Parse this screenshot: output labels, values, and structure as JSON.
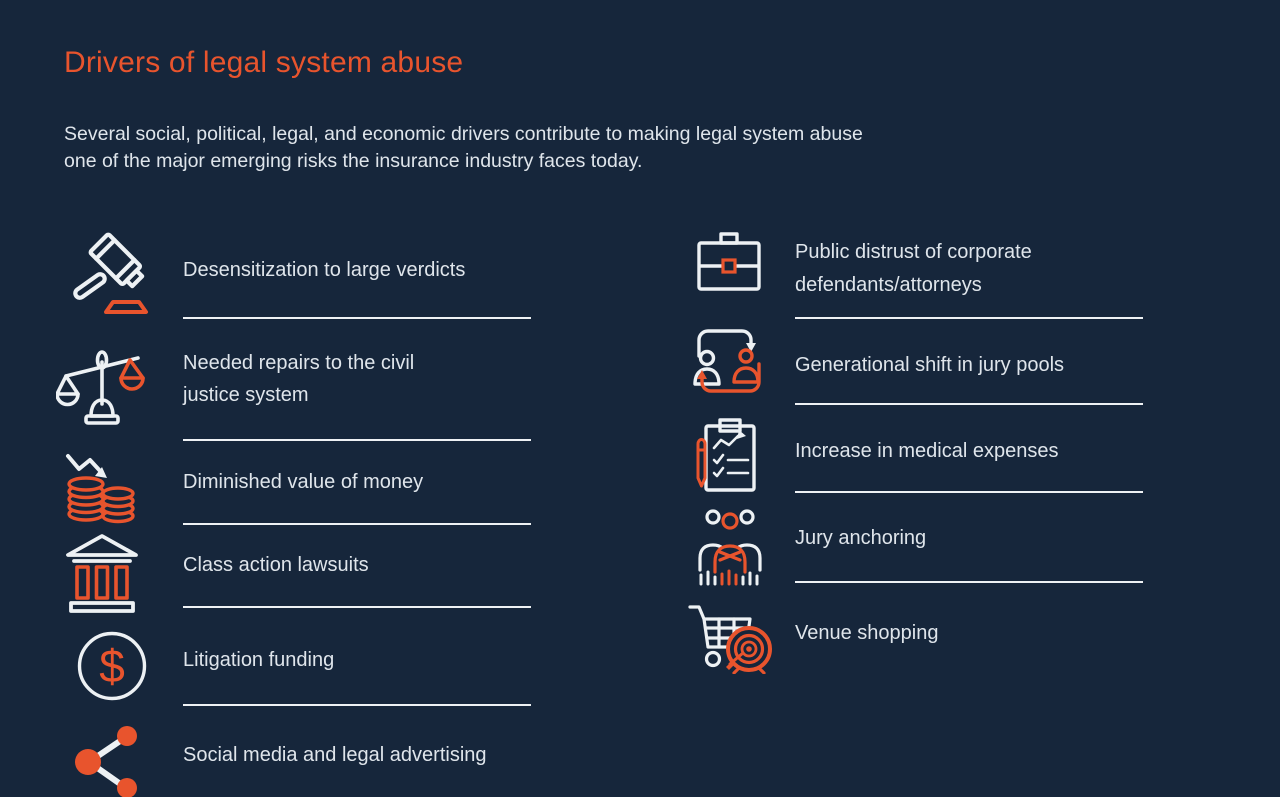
{
  "page": {
    "title": "Drivers of legal system abuse",
    "subtitle_line1": "Several social, political, legal, and economic drivers contribute to making legal system abuse",
    "subtitle_line2": "one of the major emerging risks the insurance industry faces today.",
    "colors": {
      "background": "#16263B",
      "accent": "#E8542D",
      "text": "#DFE5EB",
      "divider": "#EEF1F4"
    }
  },
  "drivers": {
    "left": [
      {
        "icon": "gavel-icon",
        "label": "Desensitization to large verdicts"
      },
      {
        "icon": "scales-icon",
        "label": "Needed repairs to the civil justice system"
      },
      {
        "icon": "coins-decline-icon",
        "label": "Diminished value of money"
      },
      {
        "icon": "courthouse-icon",
        "label": "Class action lawsuits"
      },
      {
        "icon": "dollar-circle-icon",
        "label": "Litigation funding"
      },
      {
        "icon": "share-network-icon",
        "label": "Social media and legal advertising"
      }
    ],
    "right": [
      {
        "icon": "briefcase-icon",
        "label": "Public distrust of corporate defendants/attorneys"
      },
      {
        "icon": "generation-cycle-icon",
        "label": "Generational shift in jury pools"
      },
      {
        "icon": "medical-checklist-icon",
        "label": "Increase in medical expenses"
      },
      {
        "icon": "jury-group-icon",
        "label": "Jury anchoring"
      },
      {
        "icon": "cart-target-icon",
        "label": "Venue shopping"
      }
    ]
  }
}
